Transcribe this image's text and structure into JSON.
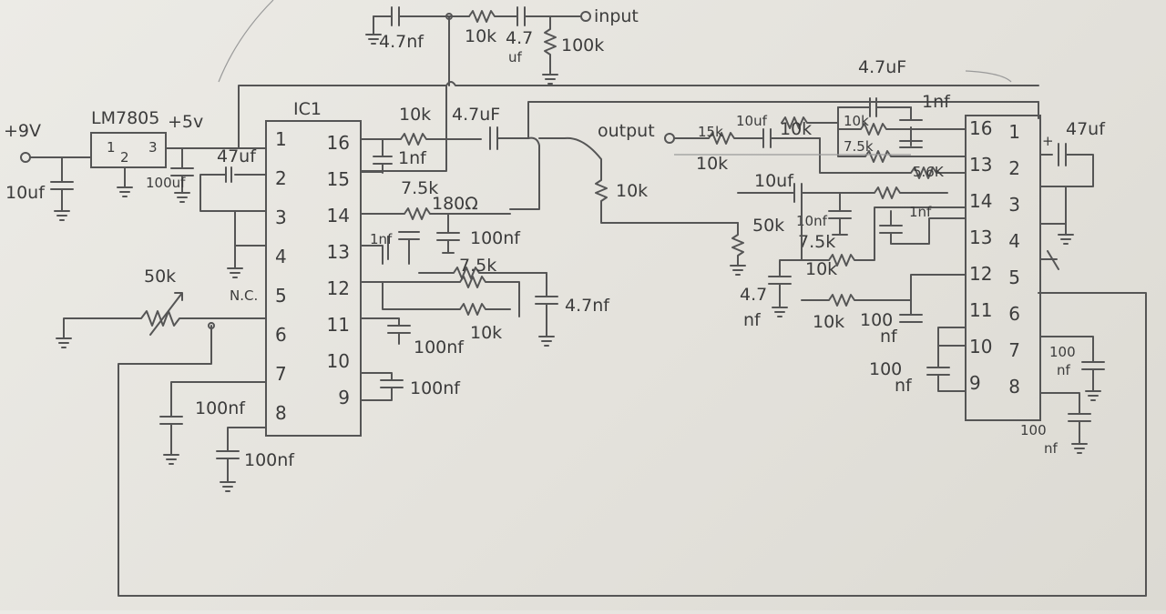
{
  "power": {
    "supply": "+9V",
    "regulator": "LM7805",
    "regulated": "+5v",
    "reg_pins": [
      "1",
      "2",
      "3"
    ],
    "cin": "10uf",
    "cout": "100uf"
  },
  "ic1": {
    "name": "IC1",
    "left_pins": [
      "1",
      "2",
      "3",
      "4",
      "5",
      "6",
      "7",
      "8"
    ],
    "right_pins": [
      "16",
      "15",
      "14",
      "13",
      "12",
      "11",
      "10",
      "9"
    ],
    "nc_label": "N.C."
  },
  "ic2": {
    "left_pins": [
      "16",
      "13",
      "14",
      "13",
      "12",
      "11",
      "10",
      "9"
    ],
    "right_pins": [
      "1",
      "2",
      "3",
      "4",
      "5",
      "6",
      "7",
      "8"
    ]
  },
  "input_section": {
    "input_label": "input",
    "cap_ground": "4.7nf",
    "r_series": "10k",
    "cap_series": "4.7",
    "cap_series_unit": "uf",
    "r_shunt": "100k"
  },
  "output_label": "output",
  "labels": {
    "c47uf_ic1": "47uf",
    "pot_50k": "50k",
    "c100nf_p7": "100nf",
    "c100nf_p8": "100nf",
    "r10k_16": "10k",
    "c1nf_16": "1nf",
    "r75k_15": "7.5k",
    "c47uf_mid": "4.7uF",
    "r180": "180Ω",
    "c100nf_14": "100nf",
    "c1nf_13": "1nf",
    "r75k_13": "7.5k",
    "r10k_13": "10K",
    "r10k_11": "10k",
    "c100nf_11": "100nf",
    "c100nf_10": "100nf",
    "c47nf_right": "4.7nf",
    "r10k_mid": "10k",
    "r15k": "15k",
    "r10k_out": "10k",
    "c10uf_a": "10uf",
    "r10k_b": "10k",
    "c10uf_b": "10uf",
    "pot50k_b": "50k",
    "c10nf": "10nf",
    "r75k_b": "7.5k",
    "c47_b": "4.7",
    "c47_b_unit": "nf",
    "r10k_c": "10k",
    "r10k_d": "10k",
    "c100_12": "100",
    "c100_12_unit": "nf",
    "c1nf_13b": "1nf",
    "c47uf_top": "4.7uF",
    "c1nf_top": "1nf",
    "r10k_top": "10k",
    "r75k_top": "7.5k",
    "r56k": "5.6K",
    "c47uf_ic2": "47uf",
    "c100_10": "100",
    "c100_10_unit": "nf",
    "c100_7": "100",
    "c100_7_unit": "nf",
    "c100_8": "100",
    "c100_8_unit": "nf"
  }
}
